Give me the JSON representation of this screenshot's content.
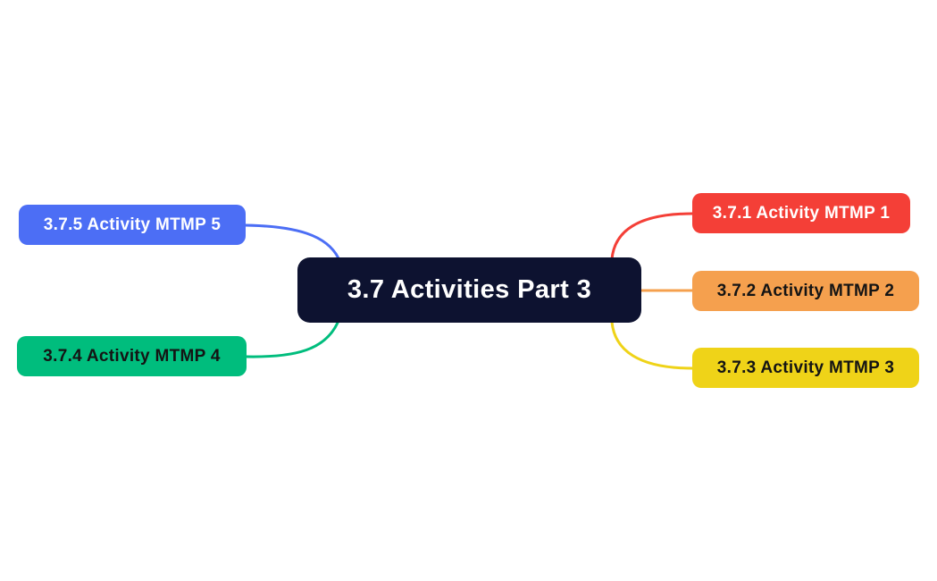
{
  "canvas": {
    "background": "#ffffff"
  },
  "mindmap": {
    "root": {
      "label": "3.7 Activities Part 3",
      "bg": "#0d1230",
      "text_color": "#ffffff"
    },
    "branches": [
      {
        "id": "3.7.1",
        "label": "3.7.1 Activity MTMP 1",
        "bg": "#f43f37",
        "text_color": "#ffffff",
        "side": "right"
      },
      {
        "id": "3.7.2",
        "label": "3.7.2 Activity MTMP 2",
        "bg": "#f5a04e",
        "text_color": "#141414",
        "side": "right"
      },
      {
        "id": "3.7.3",
        "label": "3.7.3 Activity MTMP 3",
        "bg": "#efd318",
        "text_color": "#141414",
        "side": "right"
      },
      {
        "id": "3.7.4",
        "label": "3.7.4 Activity MTMP 4",
        "bg": "#00bd7d",
        "text_color": "#141414",
        "side": "left"
      },
      {
        "id": "3.7.5",
        "label": "3.7.5 Activity MTMP 5",
        "bg": "#4c6ef5",
        "text_color": "#ffffff",
        "side": "left"
      }
    ],
    "connectors": [
      {
        "from": "root",
        "to": "3.7.1",
        "color": "#f43f37"
      },
      {
        "from": "root",
        "to": "3.7.2",
        "color": "#f5a04e"
      },
      {
        "from": "root",
        "to": "3.7.3",
        "color": "#efd318"
      },
      {
        "from": "root",
        "to": "3.7.5",
        "color": "#4c6ef5"
      },
      {
        "from": "root",
        "to": "3.7.4",
        "color": "#00bd7d"
      }
    ]
  }
}
